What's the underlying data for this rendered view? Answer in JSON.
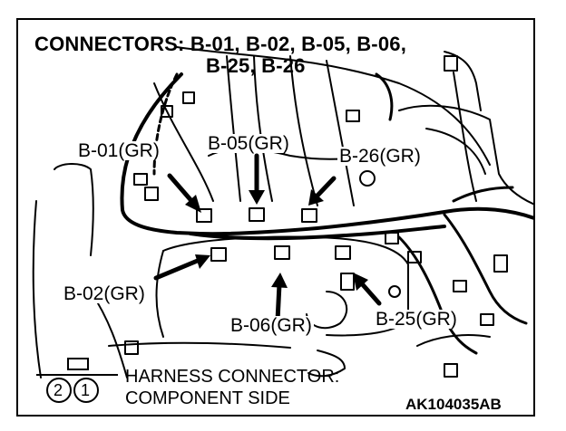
{
  "title": {
    "line1": "CONNECTORS: B-01, B-02, B-05, B-06,",
    "line2": "B-25, B-26"
  },
  "labels": {
    "b01": "B-01(GR)",
    "b05": "B-05(GR)",
    "b26": "B-26(GR)",
    "b02": "B-02(GR)",
    "b06": "B-06(GR)",
    "b25": "B-25(GR)"
  },
  "legend": {
    "line1": "HARNESS CONNECTOR:",
    "line2": "COMPONENT SIDE",
    "pin_left": "2",
    "pin_right": "1"
  },
  "code": "AK104035AB",
  "colors": {
    "ink": "#000000",
    "paper": "#ffffff"
  }
}
